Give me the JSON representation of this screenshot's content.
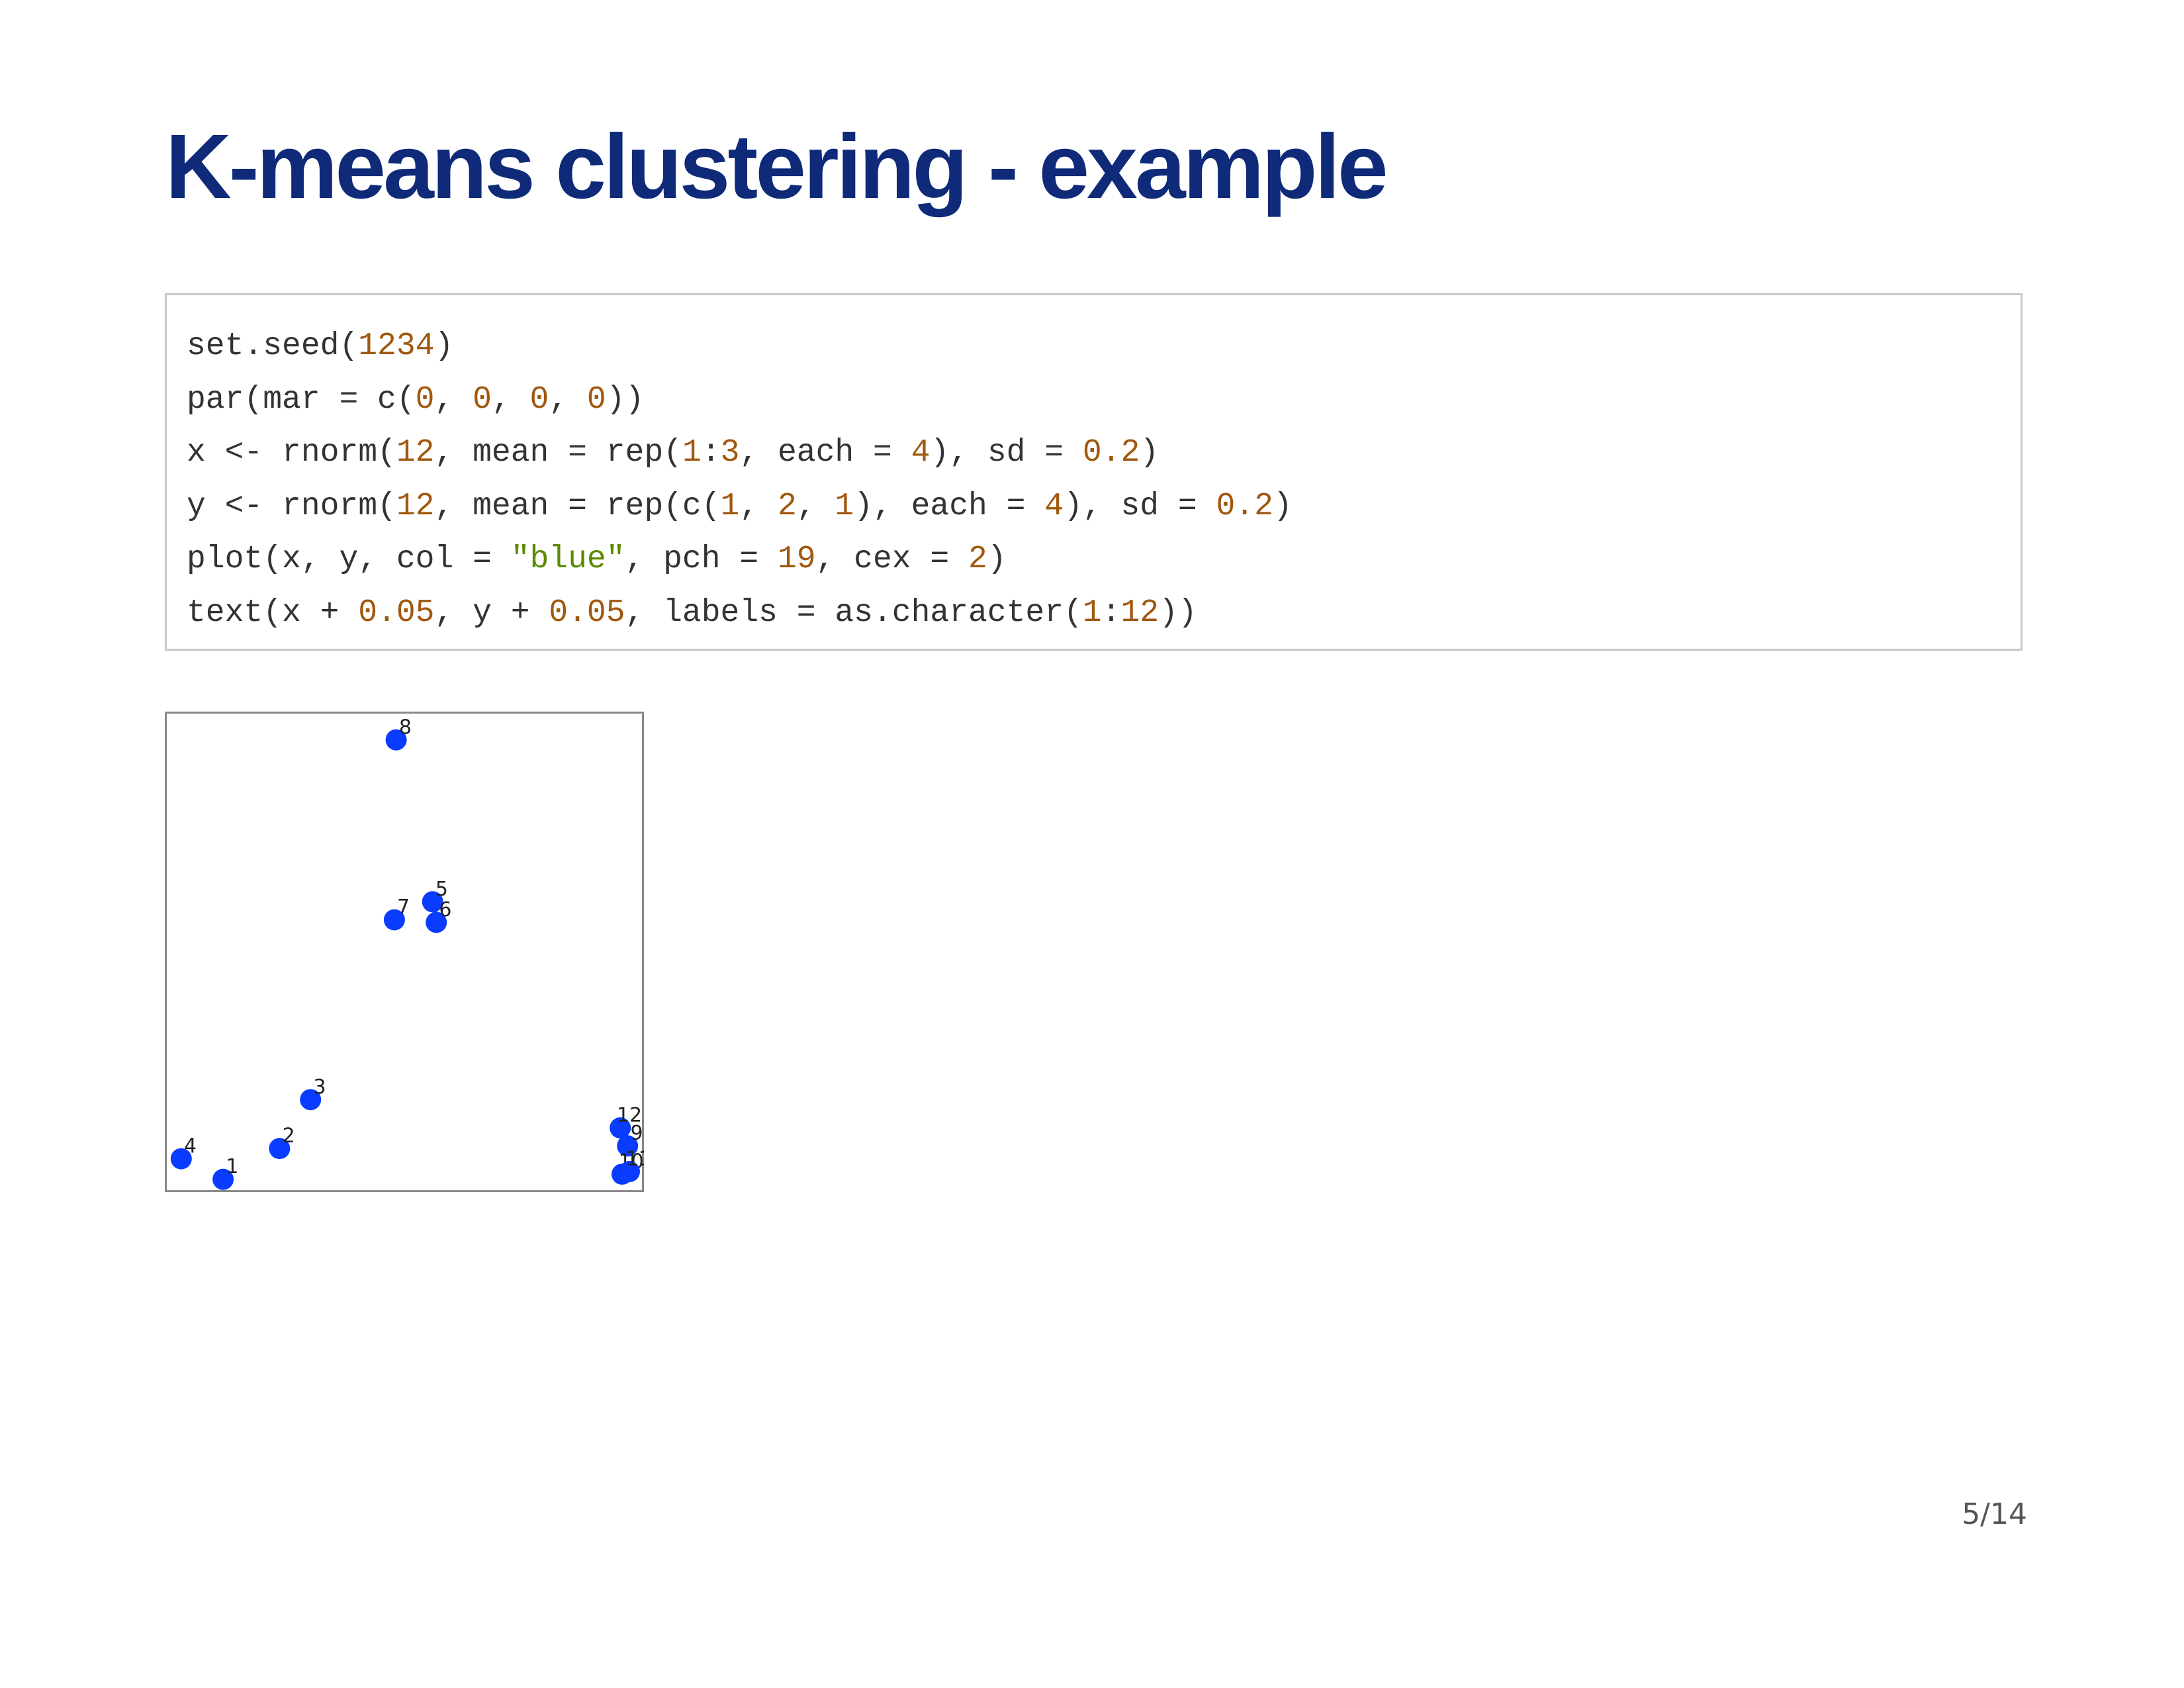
{
  "slide": {
    "title": "K-means clustering - example",
    "page_number": "5/14"
  },
  "code": {
    "lines": [
      [
        {
          "t": "set.seed(",
          "k": "plain"
        },
        {
          "t": "1234",
          "k": "num"
        },
        {
          "t": ")",
          "k": "plain"
        }
      ],
      [
        {
          "t": "par(mar = c(",
          "k": "plain"
        },
        {
          "t": "0",
          "k": "num"
        },
        {
          "t": ", ",
          "k": "plain"
        },
        {
          "t": "0",
          "k": "num"
        },
        {
          "t": ", ",
          "k": "plain"
        },
        {
          "t": "0",
          "k": "num"
        },
        {
          "t": ", ",
          "k": "plain"
        },
        {
          "t": "0",
          "k": "num"
        },
        {
          "t": "))",
          "k": "plain"
        }
      ],
      [
        {
          "t": "x <- rnorm(",
          "k": "plain"
        },
        {
          "t": "12",
          "k": "num"
        },
        {
          "t": ", mean = rep(",
          "k": "plain"
        },
        {
          "t": "1",
          "k": "num"
        },
        {
          "t": ":",
          "k": "plain"
        },
        {
          "t": "3",
          "k": "num"
        },
        {
          "t": ", each = ",
          "k": "plain"
        },
        {
          "t": "4",
          "k": "num"
        },
        {
          "t": "), sd = ",
          "k": "plain"
        },
        {
          "t": "0.2",
          "k": "num"
        },
        {
          "t": ")",
          "k": "plain"
        }
      ],
      [
        {
          "t": "y <- rnorm(",
          "k": "plain"
        },
        {
          "t": "12",
          "k": "num"
        },
        {
          "t": ", mean = rep(c(",
          "k": "plain"
        },
        {
          "t": "1",
          "k": "num"
        },
        {
          "t": ", ",
          "k": "plain"
        },
        {
          "t": "2",
          "k": "num"
        },
        {
          "t": ", ",
          "k": "plain"
        },
        {
          "t": "1",
          "k": "num"
        },
        {
          "t": "), each = ",
          "k": "plain"
        },
        {
          "t": "4",
          "k": "num"
        },
        {
          "t": "), sd = ",
          "k": "plain"
        },
        {
          "t": "0.2",
          "k": "num"
        },
        {
          "t": ")",
          "k": "plain"
        }
      ],
      [
        {
          "t": "plot(x, y, col = ",
          "k": "plain"
        },
        {
          "t": "\"blue\"",
          "k": "str"
        },
        {
          "t": ", pch = ",
          "k": "plain"
        },
        {
          "t": "19",
          "k": "num"
        },
        {
          "t": ", cex = ",
          "k": "plain"
        },
        {
          "t": "2",
          "k": "num"
        },
        {
          "t": ")",
          "k": "plain"
        }
      ],
      [
        {
          "t": "text(x + ",
          "k": "plain"
        },
        {
          "t": "0.05",
          "k": "num"
        },
        {
          "t": ", y + ",
          "k": "plain"
        },
        {
          "t": "0.05",
          "k": "num"
        },
        {
          "t": ", labels = as.character(",
          "k": "plain"
        },
        {
          "t": "1",
          "k": "num"
        },
        {
          "t": ":",
          "k": "plain"
        },
        {
          "t": "12",
          "k": "num"
        },
        {
          "t": "))",
          "k": "plain"
        }
      ]
    ]
  },
  "chart_data": {
    "type": "scatter",
    "title": "",
    "xlabel": "",
    "ylabel": "",
    "grid": false,
    "point_color": "#0a3cff",
    "xlim": [
      0.68,
      3.31
    ],
    "ylim": [
      0.53,
      2.4
    ],
    "points": [
      {
        "label": "1",
        "x": 1.0,
        "y": 0.58
      },
      {
        "label": "2",
        "x": 1.31,
        "y": 0.7
      },
      {
        "label": "3",
        "x": 1.48,
        "y": 0.89
      },
      {
        "label": "4",
        "x": 0.77,
        "y": 0.66
      },
      {
        "label": "5",
        "x": 2.15,
        "y": 1.66
      },
      {
        "label": "6",
        "x": 2.17,
        "y": 1.58
      },
      {
        "label": "7",
        "x": 1.94,
        "y": 1.59
      },
      {
        "label": "8",
        "x": 1.95,
        "y": 2.29
      },
      {
        "label": "9",
        "x": 3.22,
        "y": 0.71
      },
      {
        "label": "10",
        "x": 3.19,
        "y": 0.6
      },
      {
        "label": "11",
        "x": 3.23,
        "y": 0.61
      },
      {
        "label": "12",
        "x": 3.18,
        "y": 0.78
      }
    ]
  }
}
